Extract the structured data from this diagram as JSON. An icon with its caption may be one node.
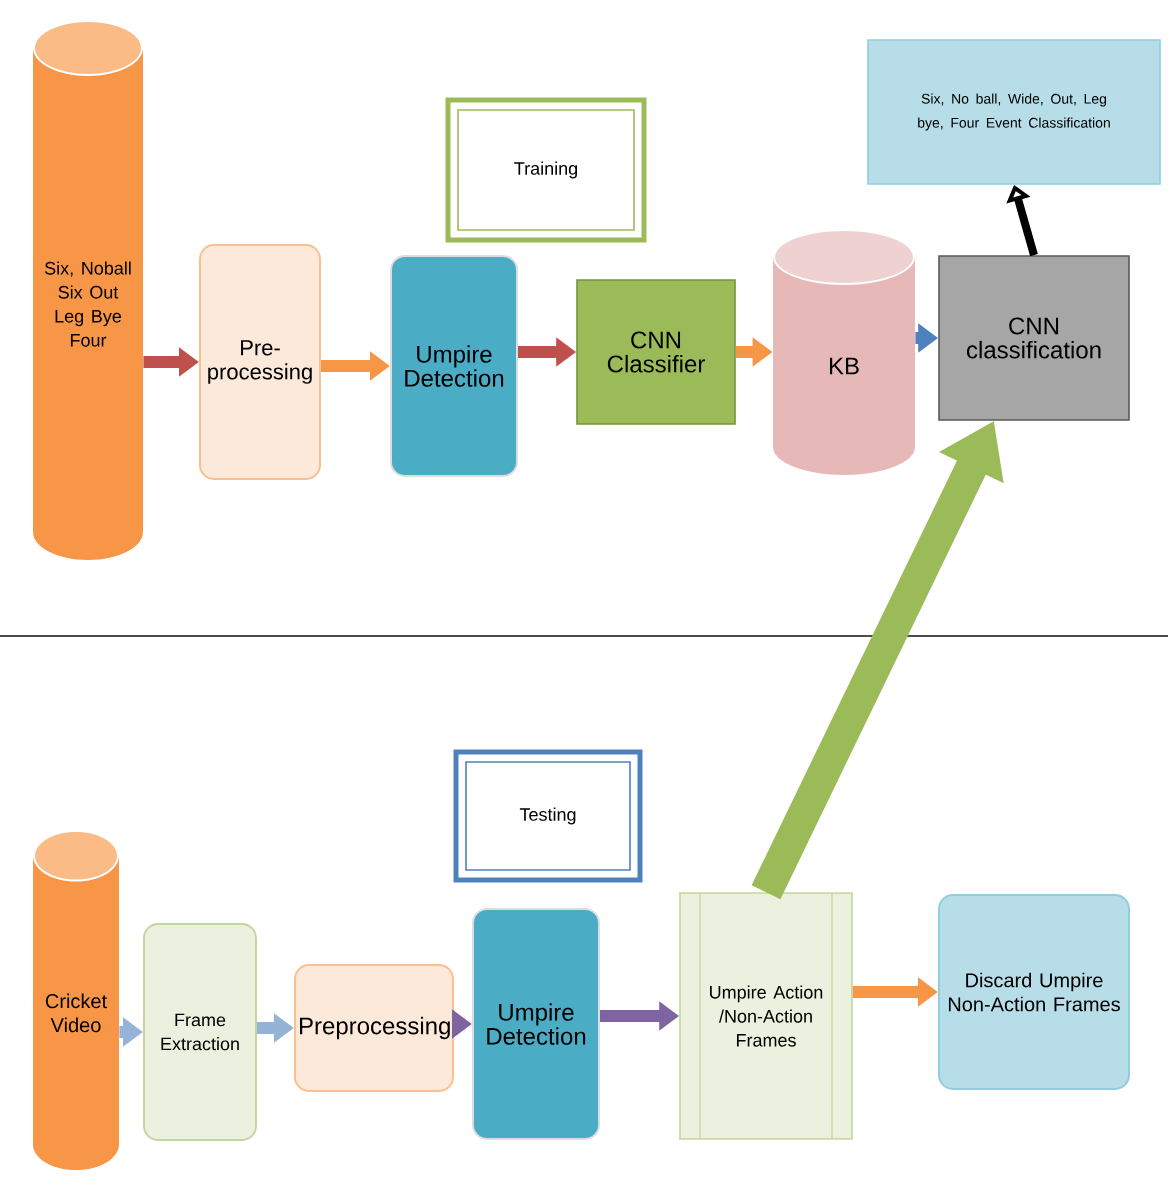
{
  "diagram": {
    "nodes": [
      {
        "text": [
          "Six, Noball Six Out Leg Bye Four"
        ]
      },
      {
        "text": [
          "Pre-processing"
        ]
      },
      {
        "text": [
          "Umpire Detection"
        ]
      },
      {
        "text": [
          "CNN Classifier"
        ]
      },
      {
        "text": [
          "KB"
        ]
      },
      {
        "text": [
          "CNN classification"
        ]
      },
      {
        "text": [
          "Six, No ball, Wide, Out, Leg bye, Four Event Classification"
        ]
      },
      {
        "text": [
          "Training"
        ]
      },
      {
        "text": [
          "Testing"
        ]
      },
      {
        "text": [
          "Cricket Video"
        ]
      },
      {
        "text": [
          "Frame Extraction"
        ]
      },
      {
        "text": [
          "Preprocessing"
        ]
      },
      {
        "text": [
          "Umpire Detection"
        ]
      },
      {
        "text": [
          "Umpire Action /Non-Action Frames"
        ]
      },
      {
        "text": [
          "Discard Umpire Non-Action Frames"
        ]
      }
    ],
    "edges": [
      {
        "from": 0,
        "to": 1,
        "arrow": "to",
        "color": "#c0504d"
      },
      {
        "from": 1,
        "to": 2,
        "arrow": "to",
        "color": "#f79646"
      },
      {
        "from": 2,
        "to": 3,
        "arrow": "to",
        "color": "#c0504d"
      },
      {
        "from": 3,
        "to": 4,
        "arrow": "to",
        "color": "#f79646"
      },
      {
        "from": 4,
        "to": 5,
        "arrow": "to",
        "color": "#4f81bd"
      },
      {
        "from": 5,
        "to": 6,
        "arrow": "to",
        "color": "#000000"
      },
      {
        "from": 9,
        "to": 10,
        "arrow": "to",
        "color": "#95b3d7"
      },
      {
        "from": 10,
        "to": 11,
        "arrow": "to",
        "color": "#95b3d7"
      },
      {
        "from": 11,
        "to": 12,
        "arrow": "to",
        "color": "#8064a2"
      },
      {
        "from": 12,
        "to": 13,
        "arrow": "to",
        "color": "#8064a2"
      },
      {
        "from": 13,
        "to": 14,
        "arrow": "to",
        "color": "#f79646"
      },
      {
        "from": 13,
        "to": 5,
        "arrow": "to",
        "style": "thick",
        "color": "#9bbb59"
      }
    ]
  }
}
